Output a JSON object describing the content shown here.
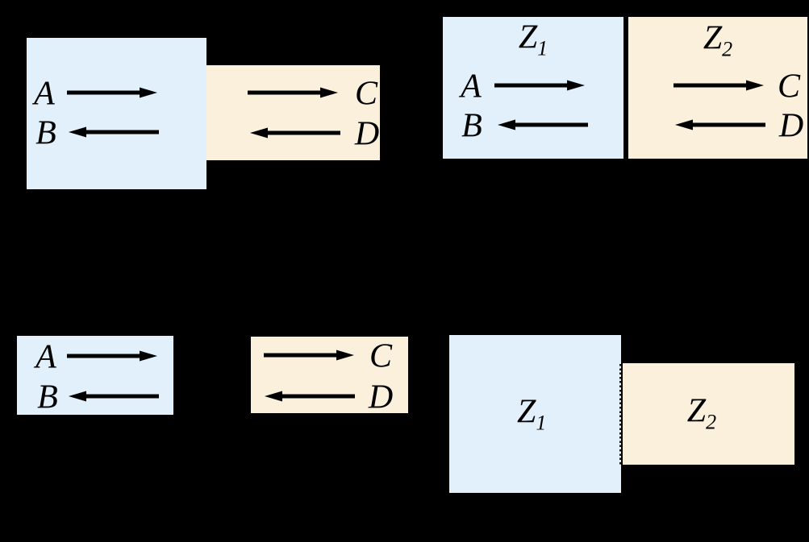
{
  "colors": {
    "background": "#000000",
    "medium1_fill": "#E2F0FB",
    "medium2_fill": "#FAF0DC",
    "ink": "#000000"
  },
  "diagram": {
    "top_left_pair": {
      "medium1": {
        "waves": [
          {
            "label": "A",
            "direction": "right"
          },
          {
            "label": "B",
            "direction": "left"
          }
        ]
      },
      "medium2": {
        "waves": [
          {
            "label": "C",
            "direction": "right"
          },
          {
            "label": "D",
            "direction": "left"
          }
        ]
      }
    },
    "top_right_pair": {
      "medium1": {
        "title_base": "Z",
        "title_sub": "1",
        "waves": [
          {
            "label": "A",
            "direction": "right"
          },
          {
            "label": "B",
            "direction": "left"
          }
        ]
      },
      "medium2": {
        "title_base": "Z",
        "title_sub": "2",
        "waves": [
          {
            "label": "C",
            "direction": "right"
          },
          {
            "label": "D",
            "direction": "left"
          }
        ]
      },
      "boundary": "solid"
    },
    "bottom_left_pair": {
      "medium1": {
        "waves": [
          {
            "label": "A",
            "direction": "right"
          },
          {
            "label": "B",
            "direction": "left"
          }
        ]
      },
      "medium2": {
        "waves": [
          {
            "label": "C",
            "direction": "right"
          },
          {
            "label": "D",
            "direction": "left"
          }
        ]
      }
    },
    "bottom_right_pair": {
      "medium1": {
        "title_base": "Z",
        "title_sub": "1"
      },
      "medium2": {
        "title_base": "Z",
        "title_sub": "2"
      },
      "boundary": "dotted"
    }
  }
}
